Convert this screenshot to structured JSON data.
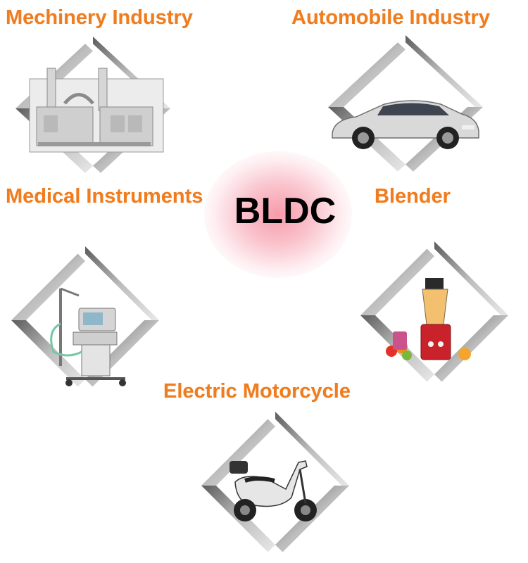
{
  "center": {
    "title": "BLDC"
  },
  "applications": [
    {
      "label": "Mechinery Industry",
      "icon": "machinery-icon"
    },
    {
      "label": "Automobile Industry",
      "icon": "car-icon"
    },
    {
      "label": "Medical Instruments",
      "icon": "medical-device-icon"
    },
    {
      "label": "Blender",
      "icon": "blender-icon"
    },
    {
      "label": "Electric Motorcycle",
      "icon": "scooter-icon"
    }
  ],
  "colors": {
    "label": "#ef7d1f",
    "center_glow": "#f696a6",
    "frame": "#9a9a9a"
  }
}
